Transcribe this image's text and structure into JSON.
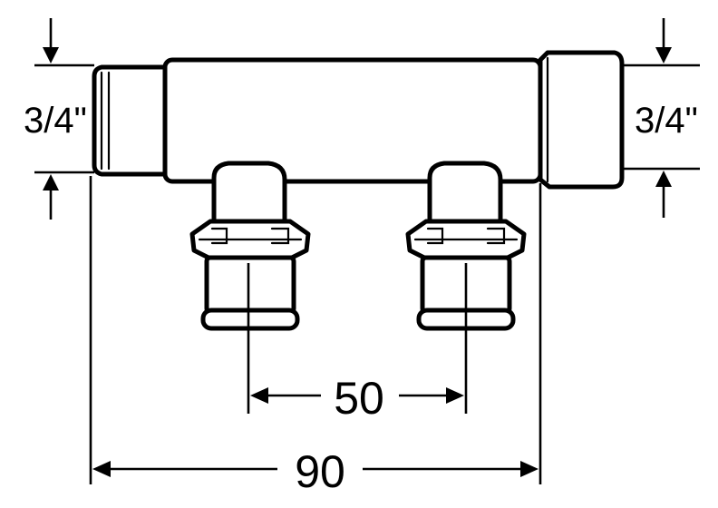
{
  "dimensions": {
    "left_thread_size": "3/4\"",
    "right_thread_size": "3/4\"",
    "outlet_spacing": "50",
    "overall_length": "90"
  },
  "colors": {
    "line": "#000000",
    "background": "#ffffff"
  }
}
